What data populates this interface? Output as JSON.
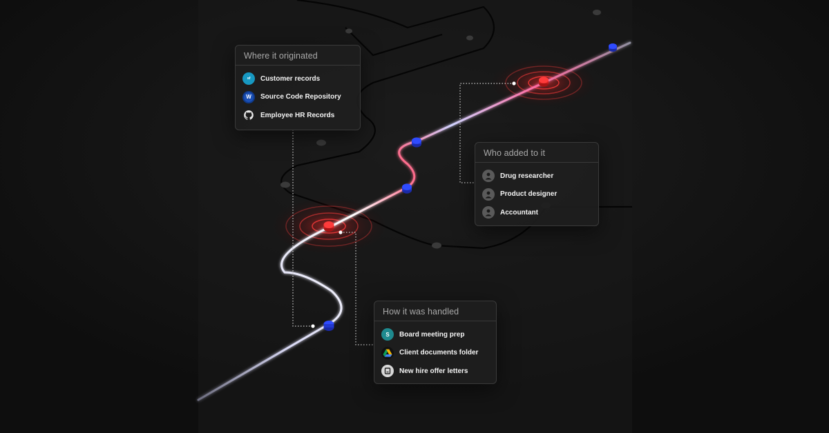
{
  "panels": {
    "originated": {
      "title": "Where it originated",
      "items": [
        {
          "label": "Customer records",
          "icon": "salesforce-icon"
        },
        {
          "label": "Source Code Repository",
          "icon": "webex-icon"
        },
        {
          "label": "Employee HR Records",
          "icon": "github-icon"
        }
      ]
    },
    "added": {
      "title": "Who added to it",
      "items": [
        {
          "label": "Drug researcher",
          "icon": "person-icon"
        },
        {
          "label": "Product designer",
          "icon": "person-icon"
        },
        {
          "label": "Accountant",
          "icon": "person-icon"
        }
      ]
    },
    "handled": {
      "title": "How it was handled",
      "items": [
        {
          "label": "Board meeting prep",
          "icon": "sharepoint-icon"
        },
        {
          "label": "Client documents folder",
          "icon": "google-drive-icon"
        },
        {
          "label": "New hire offer letters",
          "icon": "box-icon"
        }
      ]
    }
  },
  "colors": {
    "background": "#101010",
    "path_glow": "#ffffff",
    "node_blue": "#2f4bff",
    "node_red": "#ff2d2d",
    "ripple_red": "#ff3b3b"
  }
}
